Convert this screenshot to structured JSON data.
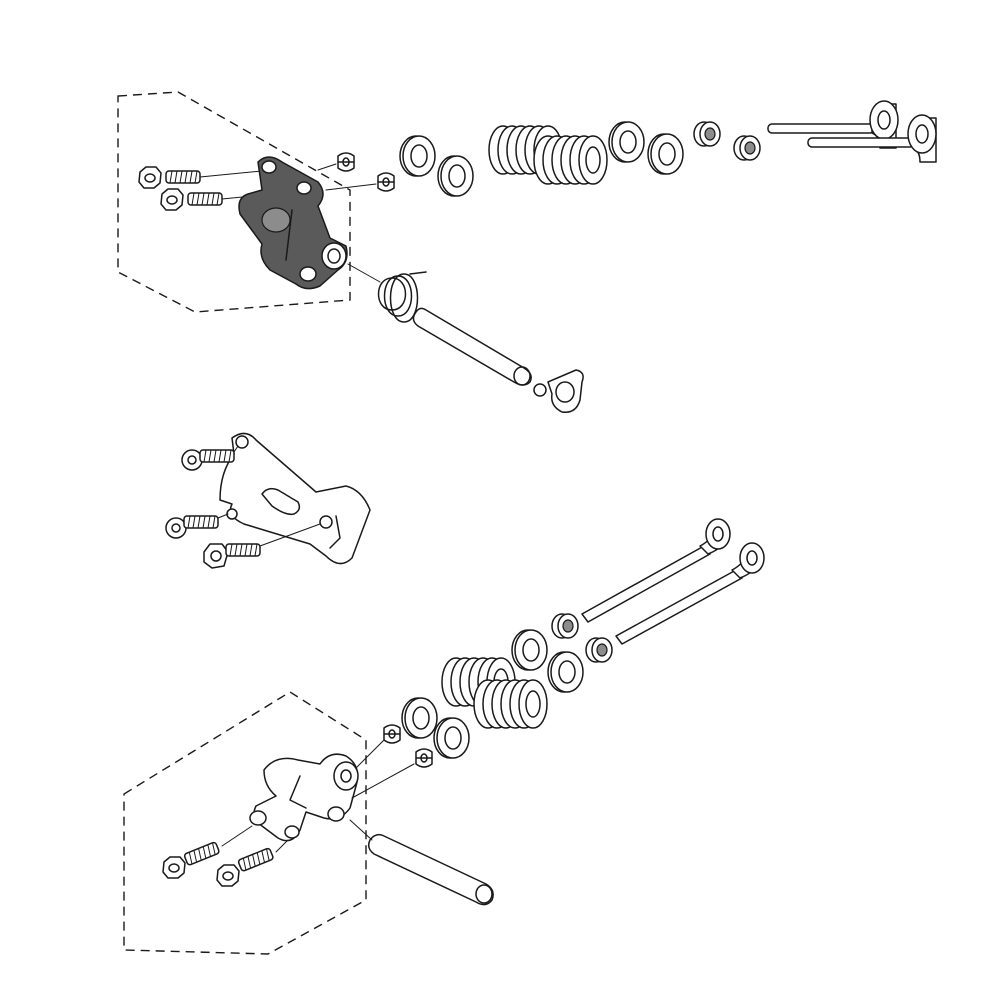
{
  "diagram": {
    "kind": "exploded-parts-view",
    "line_color": "#1a1a1a",
    "highlight_color": "#5a5a5a",
    "background": "#ffffff",
    "assemblies": [
      "upper-valve-train",
      "mounting-bracket",
      "lower-valve-train"
    ]
  }
}
